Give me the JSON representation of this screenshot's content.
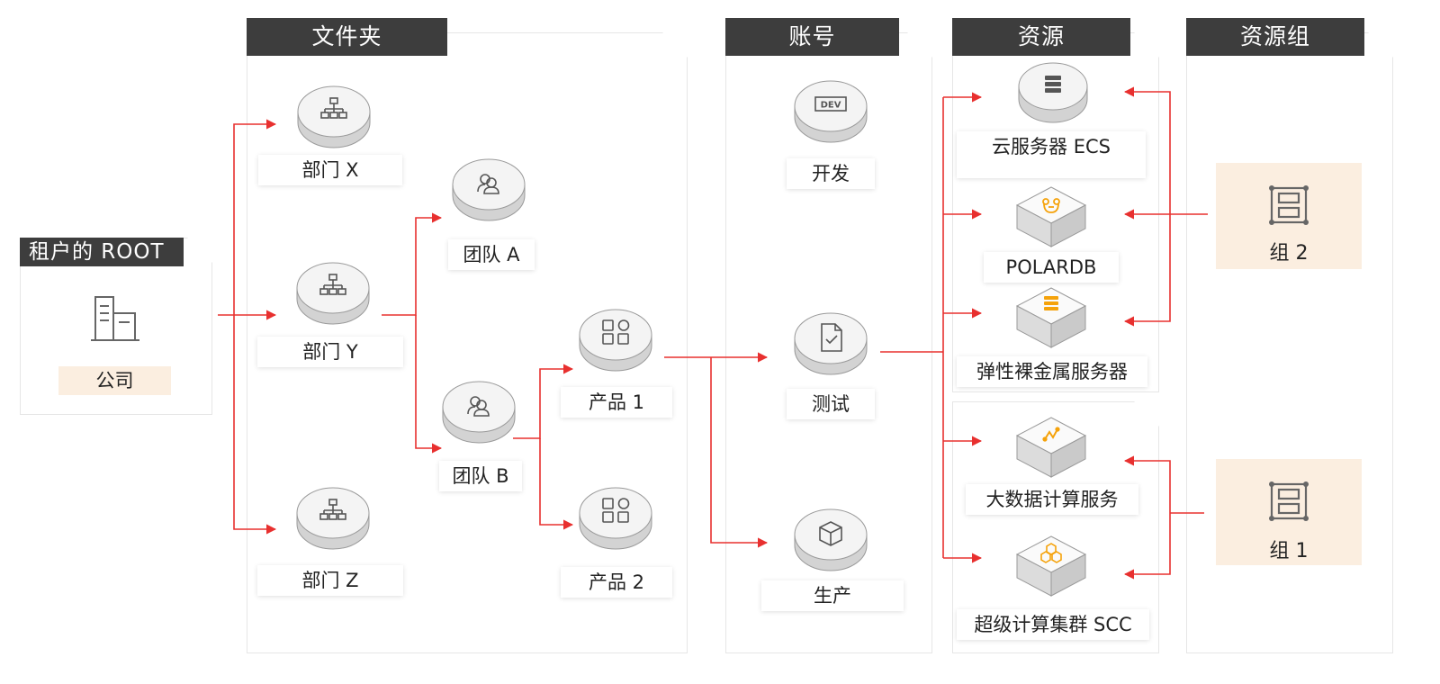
{
  "headers": {
    "tenant": "租户的 ROOT",
    "folders": "文件夹",
    "accounts": "账号",
    "resources": "资源",
    "resource_groups": "资源组"
  },
  "tenant": {
    "company_label": "公司"
  },
  "folders": {
    "dept_x": "部门 X",
    "dept_y": "部门 Y",
    "dept_z": "部门 Z",
    "team_a": "团队 A",
    "team_b": "团队 B",
    "product_1": "产品 1",
    "product_2": "产品 2"
  },
  "accounts": {
    "dev": "开发",
    "dev_badge": "DEV",
    "test": "测试",
    "prod": "生产"
  },
  "resources": {
    "ecs": "云服务器 ECS",
    "polardb": "POLARDB",
    "bare_metal": "弹性裸金属服务器",
    "bigdata": "大数据计算服务",
    "scc": "超级计算集群 SCC"
  },
  "resource_groups": {
    "group2": "组 2",
    "group1": "组 1"
  },
  "colors": {
    "arrow": "#e8302f",
    "header_bg": "#3d3d3d",
    "group_bg": "#fbeee0",
    "resource_icon": "#f5a20a"
  }
}
